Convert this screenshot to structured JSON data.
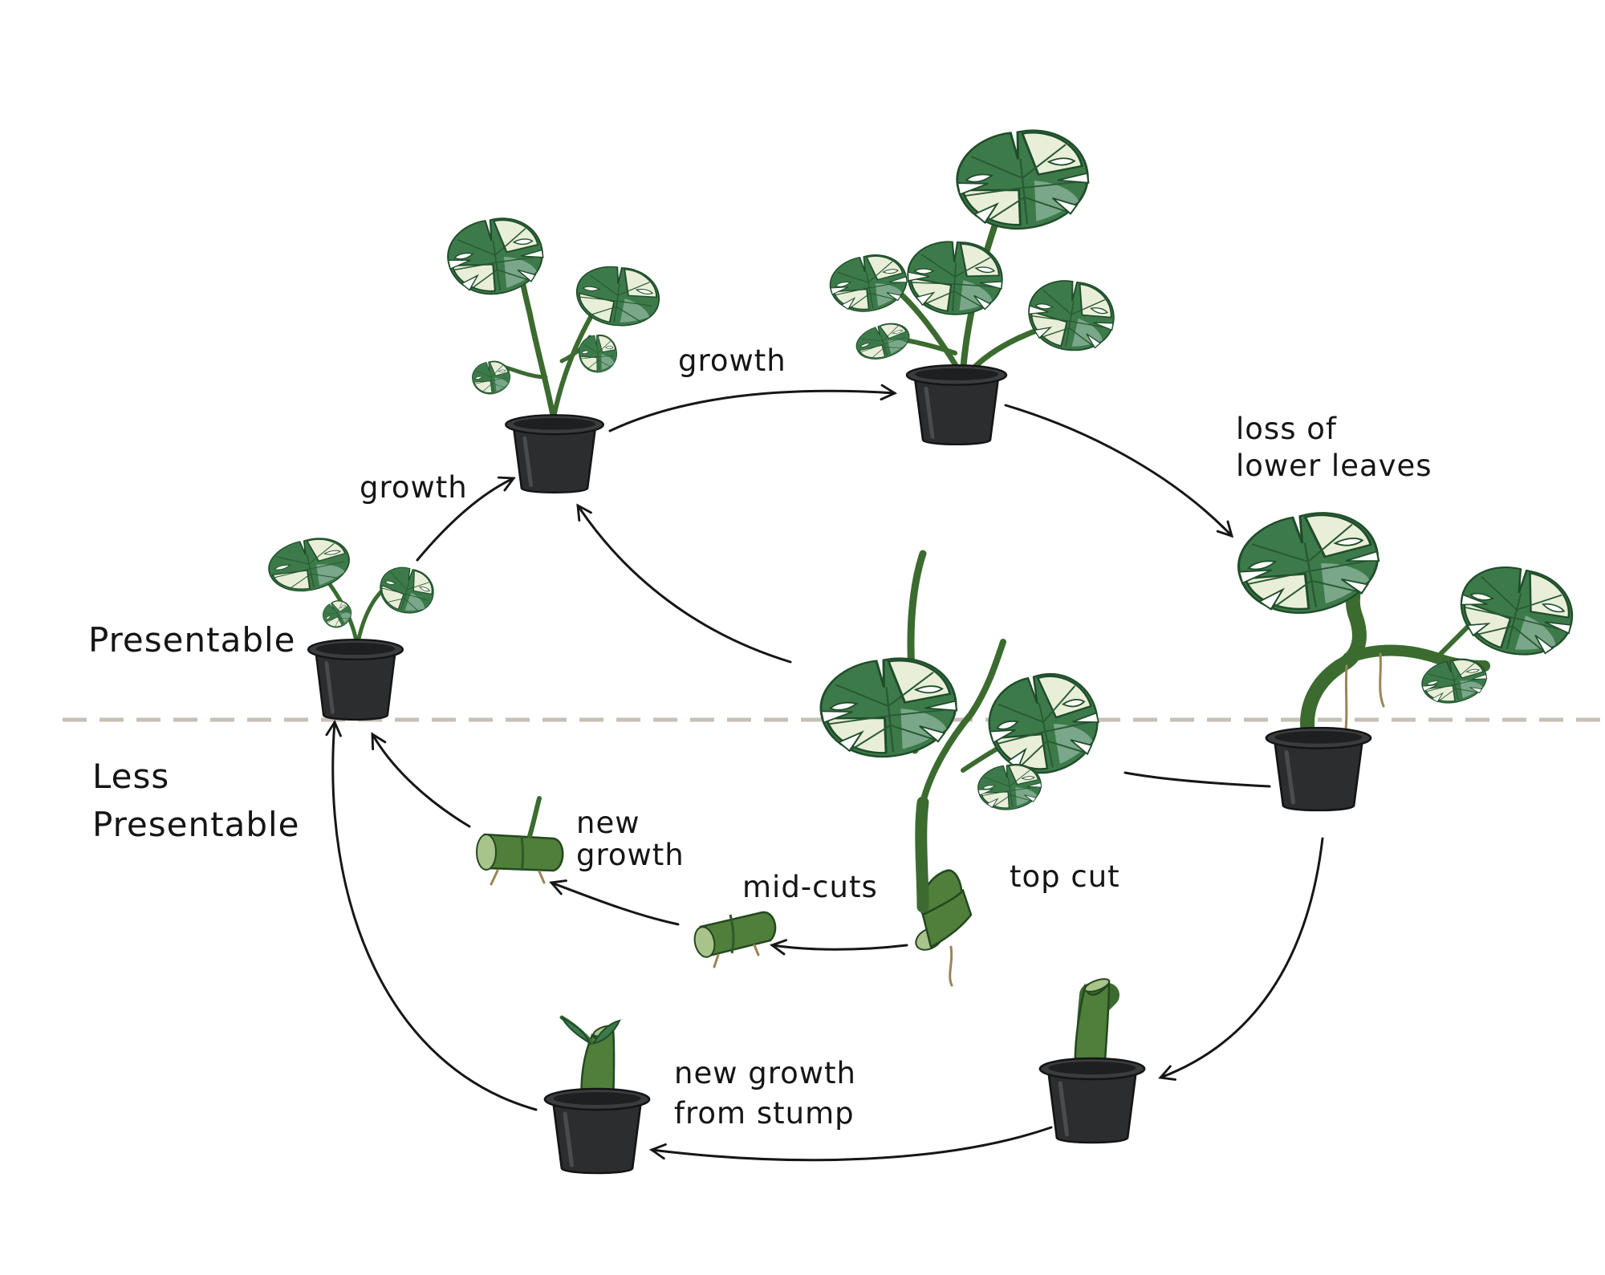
{
  "labels": {
    "presentable": "Presentable",
    "less_presentable_line1": "Less",
    "less_presentable_line2": "Presentable",
    "growth_1": "growth",
    "growth_2": "growth",
    "loss_line1": "loss of",
    "loss_line2": "lower leaves",
    "top_cut": "top cut",
    "mid_cuts": "mid-cuts",
    "new_growth_line1": "new",
    "new_growth_line2": "growth",
    "stump_line1": "new growth",
    "stump_line2": "from stump"
  },
  "colors": {
    "leaf_green": "#3d7a4a",
    "leaf_variegation": "#e9eed9",
    "pot": "#2c2d2e",
    "divider": "#c6c0b6",
    "arrow": "#161616"
  }
}
